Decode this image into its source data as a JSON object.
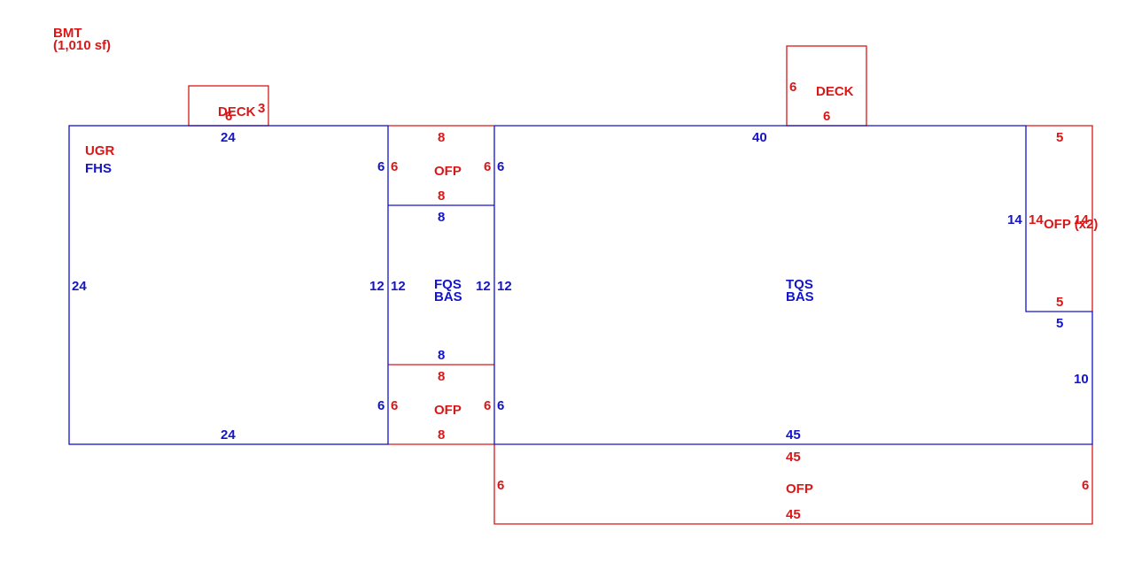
{
  "colors": {
    "main_area": "#1414c8",
    "secondary_area": "#d81818"
  },
  "header": {
    "label": "BMT",
    "area": "(1,010 sf)"
  },
  "areas": {
    "fhs": {
      "code1": "UGR",
      "code2": "FHS",
      "dims": {
        "top": "24",
        "bottom": "24",
        "left": "24",
        "right": "12",
        "right_upper": "6",
        "right_lower": "6"
      }
    },
    "deck_left": {
      "label": "DECK",
      "dims": {
        "top": "6",
        "right": "3"
      }
    },
    "ofp_top_mid": {
      "label": "OFP",
      "dims": {
        "top": "8",
        "bottom": "8",
        "left": "6",
        "right": "6"
      }
    },
    "fqs": {
      "code1": "FQS",
      "code2": "BAS",
      "dims": {
        "top": "8",
        "bottom": "8",
        "left": "12",
        "right": "12"
      }
    },
    "ofp_bot_mid": {
      "label": "OFP",
      "dims": {
        "top": "8",
        "bottom": "8",
        "left": "6",
        "right": "6"
      }
    },
    "tqs": {
      "code1": "TQS",
      "code2": "BAS",
      "dims": {
        "top": "40",
        "bottom": "45",
        "left_upper": "6",
        "left_mid": "12",
        "left_lower": "6",
        "right_upper": "14",
        "step": "5",
        "right_lower": "10"
      }
    },
    "deck_right": {
      "label": "DECK",
      "dims": {
        "left": "6",
        "bottom": "6"
      }
    },
    "ofp_right": {
      "label": "OFP (x2)",
      "dims": {
        "top": "5",
        "bottom": "5",
        "left": "14",
        "right": "14"
      }
    },
    "ofp_bottom": {
      "label": "OFP",
      "dims": {
        "top": "45",
        "bottom": "45",
        "left": "6",
        "right": "6"
      }
    }
  }
}
